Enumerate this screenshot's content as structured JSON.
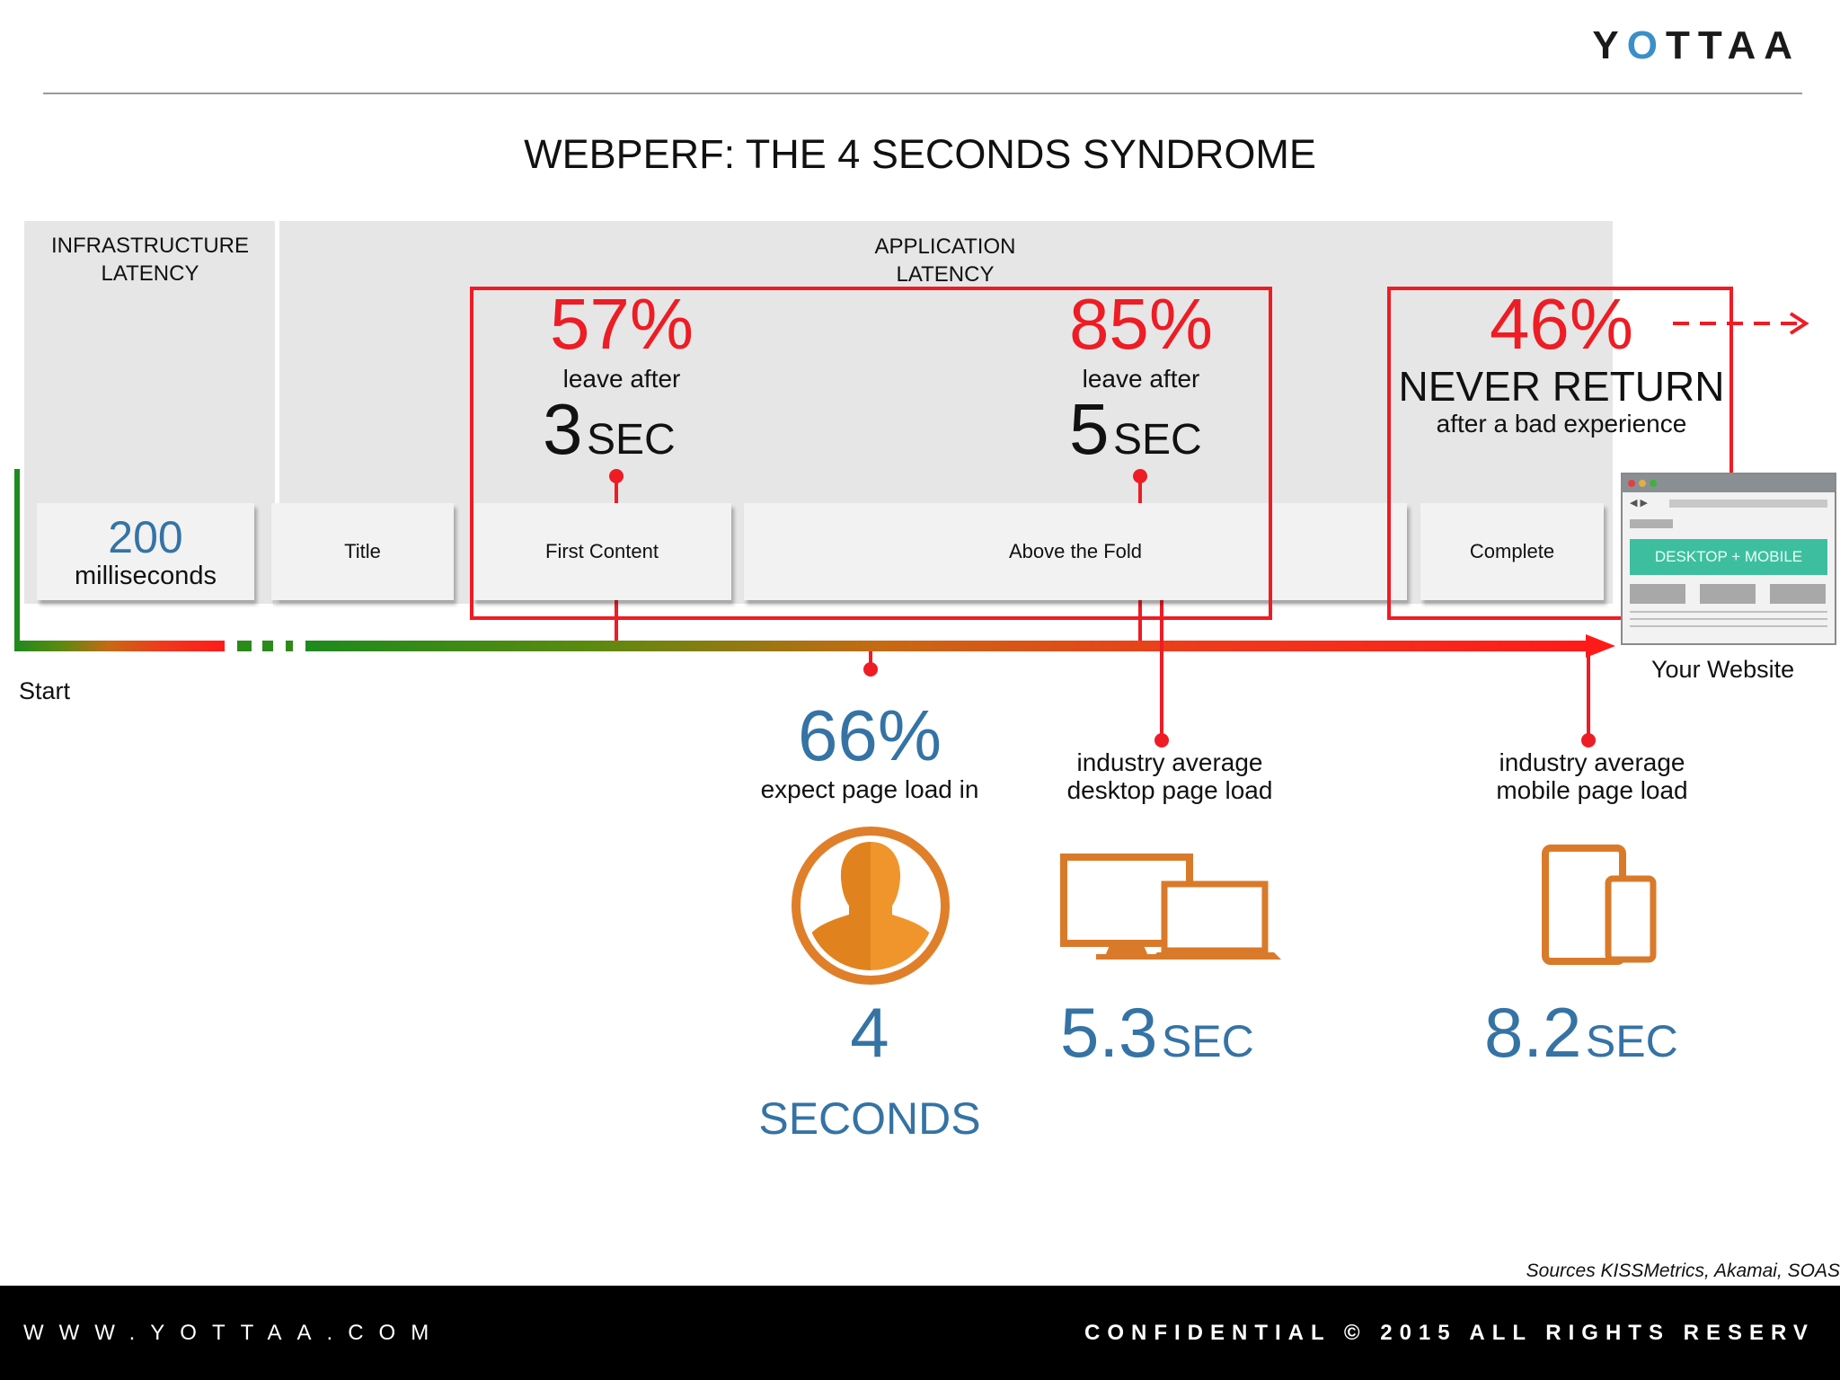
{
  "brand": {
    "logo": "YOTTAA"
  },
  "title": "WEBPERF: THE 4 SECONDS SYNDROME",
  "panels": {
    "infrastructure": "INFRASTRUCTURE LATENCY",
    "application": "APPLICATION LATENCY"
  },
  "stages": {
    "latency_value": "200",
    "latency_unit": "milliseconds",
    "title": "Title",
    "first_content": "First Content",
    "above_fold": "Above the Fold",
    "complete": "Complete"
  },
  "stats": {
    "s57": {
      "pct": "57%",
      "text": "leave after",
      "num": "3",
      "unit": "SEC"
    },
    "s85": {
      "pct": "85%",
      "text": "leave after",
      "num": "5",
      "unit": "SEC"
    },
    "s46": {
      "pct": "46%",
      "head": "NEVER RETURN",
      "text": "after a bad experience"
    }
  },
  "timeline": {
    "start": "Start",
    "website": "Your Website",
    "browser_button": "DESKTOP + MOBILE"
  },
  "bottom": {
    "expect": {
      "pct": "66%",
      "text": "expect page load in",
      "value": "4",
      "unit": "SECONDS"
    },
    "desktop": {
      "line1": "industry average",
      "line2": "desktop page load",
      "value": "5.3",
      "unit": "SEC"
    },
    "mobile": {
      "line1": "industry average",
      "line2": "mobile page load",
      "value": "8.2",
      "unit": "SEC"
    }
  },
  "sources": "Sources KISSMetrics, Akamai, SOAS",
  "footer": {
    "url": "WWW.YOTTAA.COM",
    "confidential": "CONFIDENTIAL © 2015 ALL RIGHTS RESERV"
  },
  "colors": {
    "red": "#ee1c24",
    "blue": "#3573a5",
    "orange": "#e07f2a",
    "green": "#1e8a1e",
    "teal": "#3dbf9f"
  }
}
